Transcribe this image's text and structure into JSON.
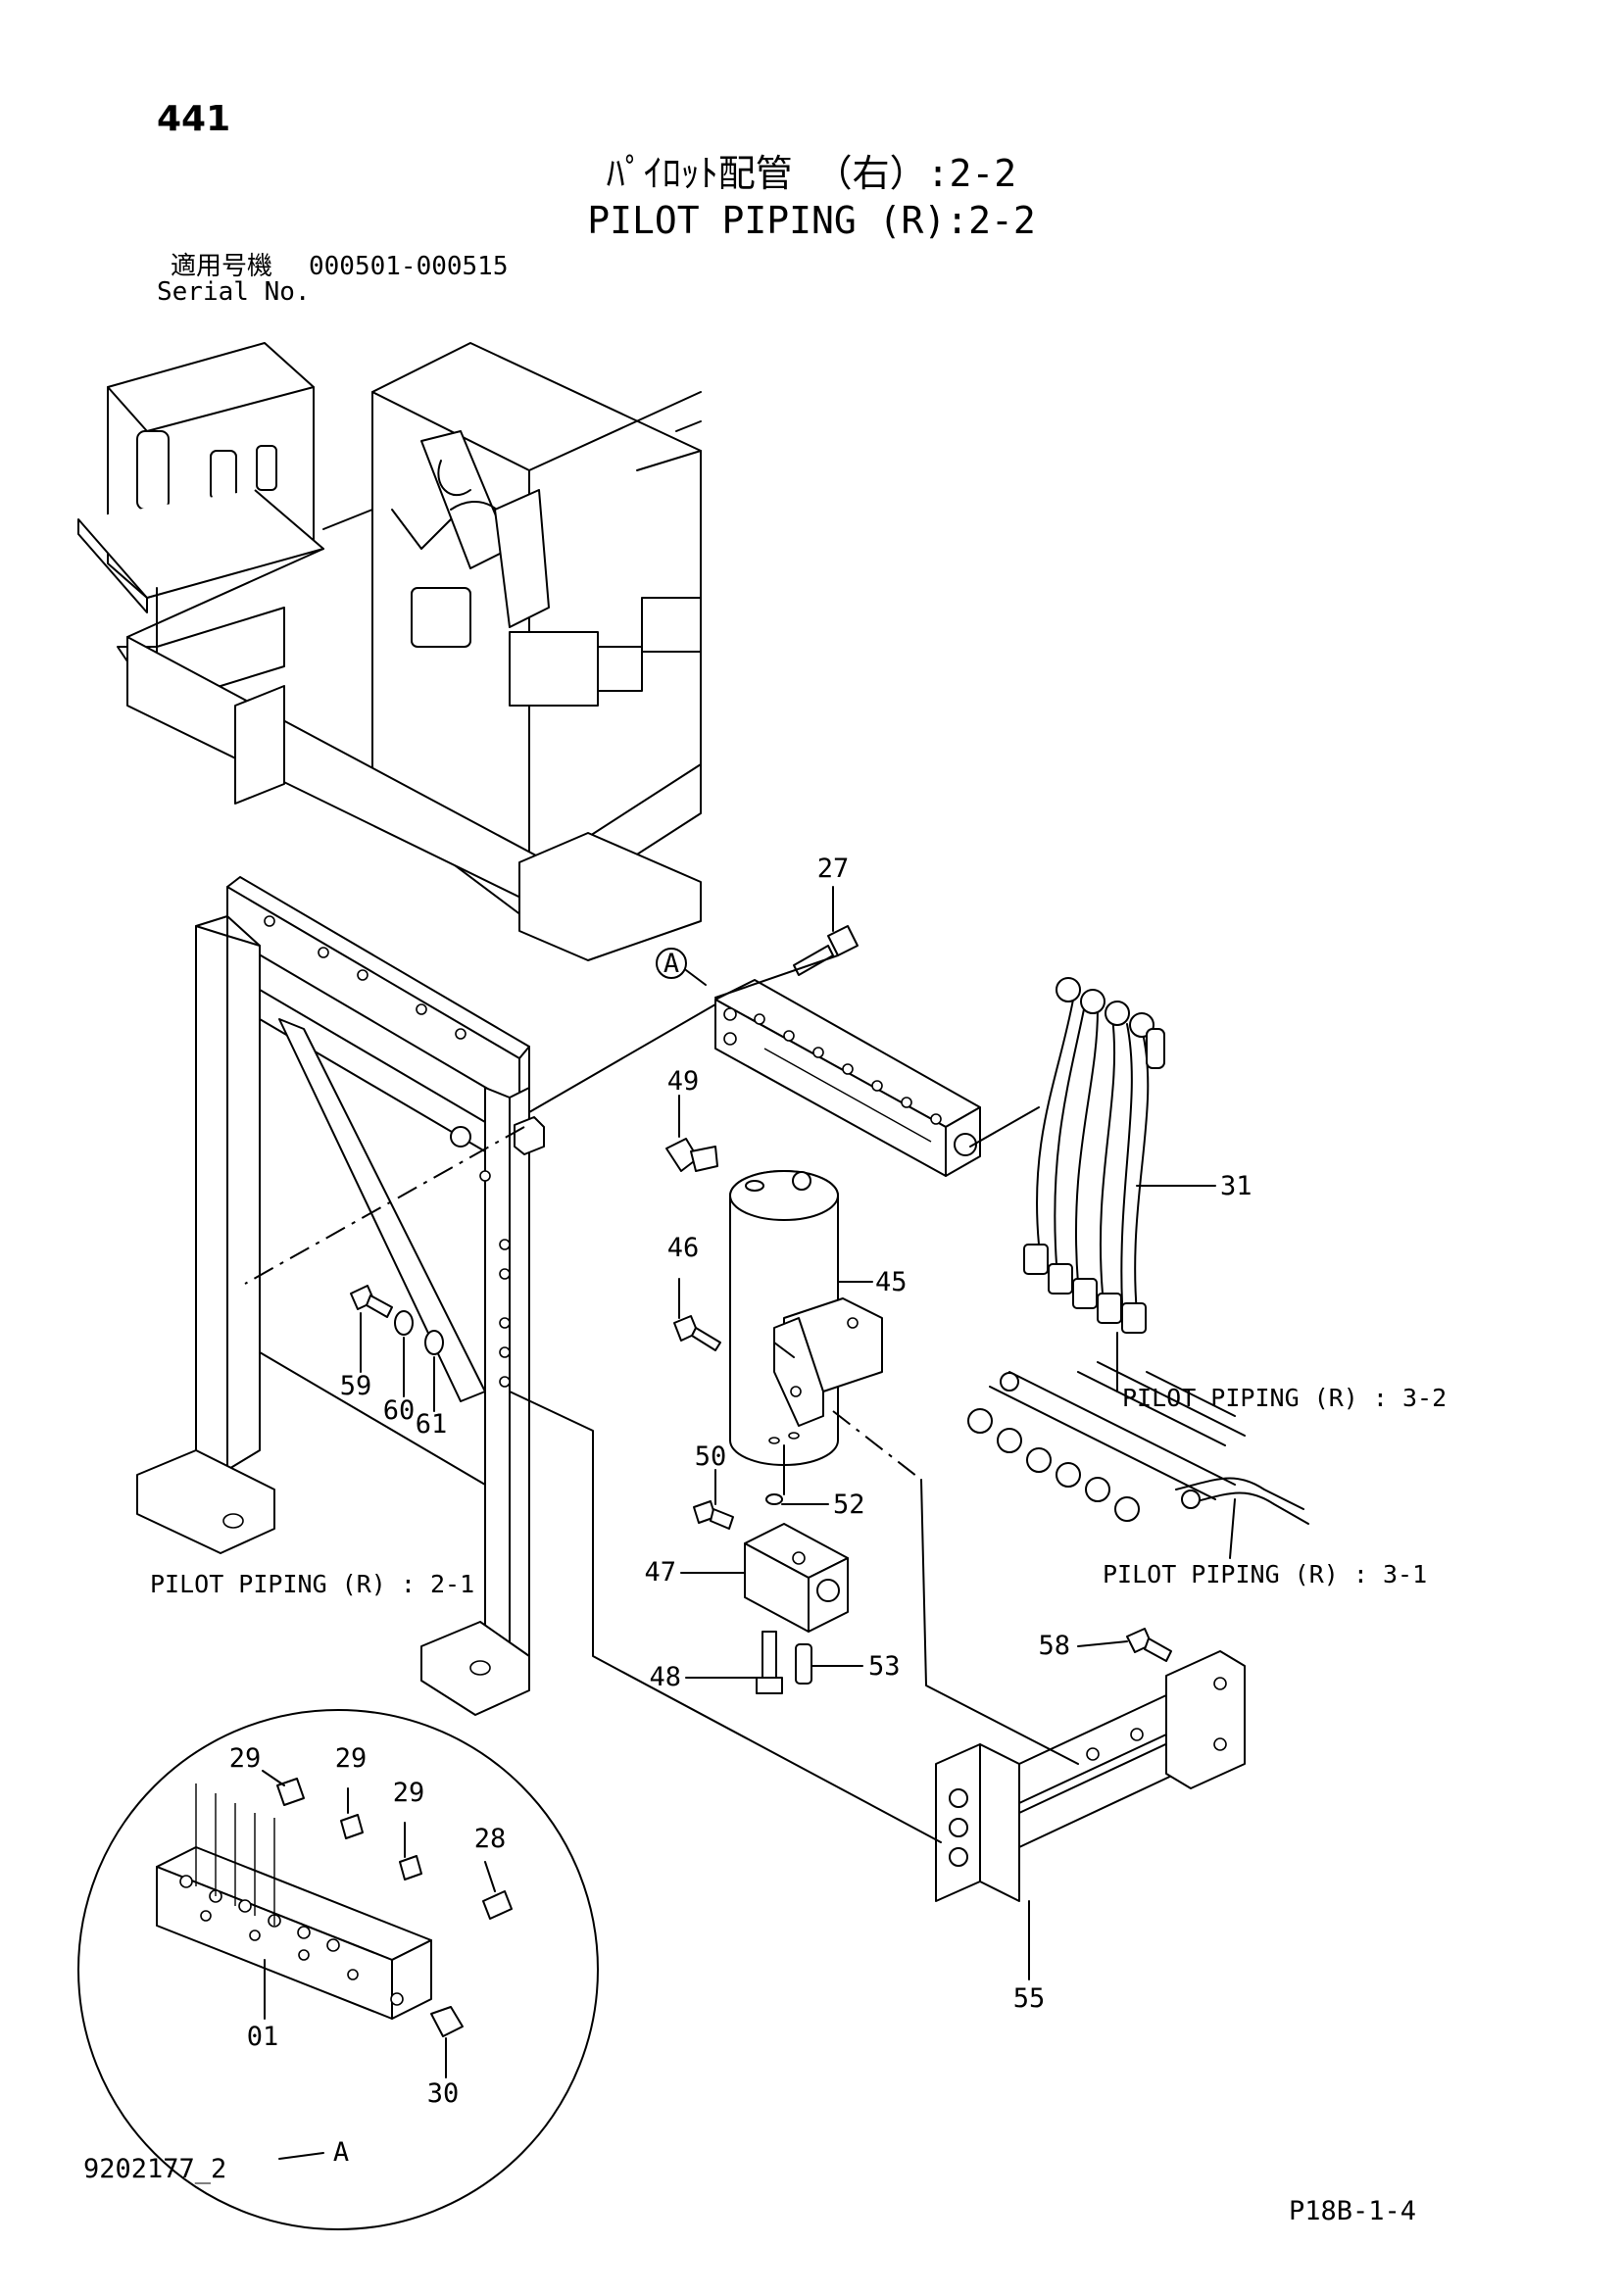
{
  "page": {
    "number": "441"
  },
  "title": {
    "jp": "ﾊﾟｲﾛｯﾄ配管 （右）:2-2",
    "en": "PILOT PIPING (R):2-2"
  },
  "serial": {
    "label_jp": "適用号機",
    "range": "000501-000515",
    "label_en": "Serial No."
  },
  "callouts": {
    "c27": "27",
    "c49": "49",
    "c46": "46",
    "c45": "45",
    "c31": "31",
    "c59": "59",
    "c60": "60",
    "c61": "61",
    "c50": "50",
    "c52": "52",
    "c47": "47",
    "c48": "48",
    "c53": "53",
    "c58": "58",
    "c55": "55",
    "c29a": "29",
    "c29b": "29",
    "c29c": "29",
    "c28": "28",
    "c01": "01",
    "c30": "30"
  },
  "references": {
    "pp_3_2": "PILOT PIPING (R) : 3-2",
    "pp_3_1": "PILOT PIPING (R) : 3-1",
    "pp_2_1": "PILOT PIPING (R) : 2-1"
  },
  "detail_marker": {
    "label": "A"
  },
  "footer": {
    "drawing_id": "9202177_2",
    "code": "P18B-1-4"
  }
}
